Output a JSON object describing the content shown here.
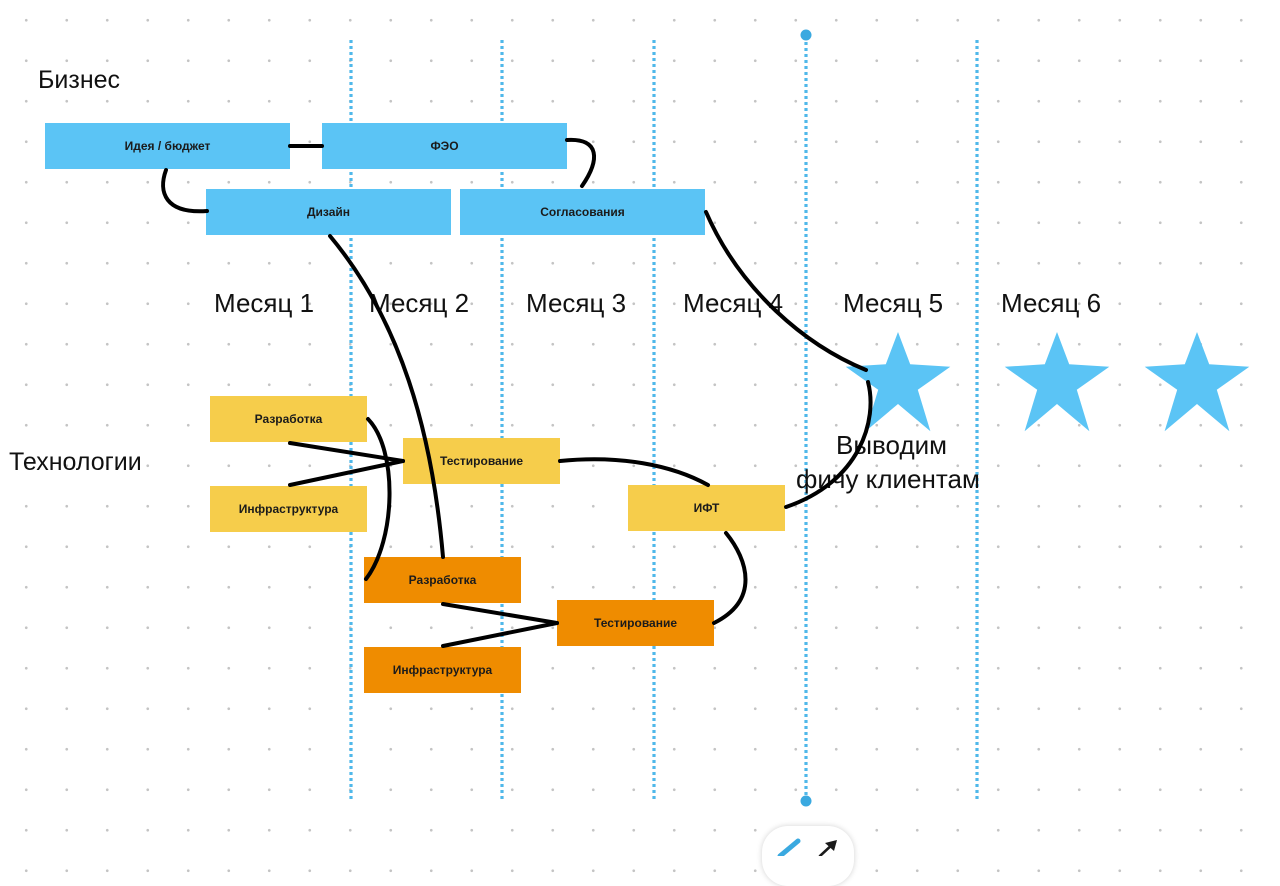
{
  "rows": {
    "business": "Бизнес",
    "technology": "Технологии"
  },
  "months": [
    "Месяц 1",
    "Месяц 2",
    "Месяц 3",
    "Месяц 4",
    "Месяц 5",
    "Месяц 6"
  ],
  "business_tasks": {
    "idea": "Идея / бюджет",
    "feo": "ФЭО",
    "design": "Дизайн",
    "approvals": "Согласования"
  },
  "tech_tasks_yellow": {
    "dev": "Разработка",
    "infra": "Инфраструктура",
    "test": "Тестирование",
    "ift": "ИФТ"
  },
  "tech_tasks_orange": {
    "dev": "Разработка",
    "infra": "Инфраструктура",
    "test": "Тестирование"
  },
  "release_caption": {
    "line1": "Выводим",
    "line2": "фичу клиентам"
  },
  "milestone_icon": "star-icon",
  "toolbar": {
    "pen_icon": "pen-icon",
    "arrow_icon": "arrow-icon"
  },
  "colors": {
    "business": "#5bc4f5",
    "tech_phase_1": "#f6cd4b",
    "tech_phase_2": "#ef8c00",
    "divider": "#4fb8ea",
    "connector": "#000000",
    "star": "#5bc4f5"
  }
}
